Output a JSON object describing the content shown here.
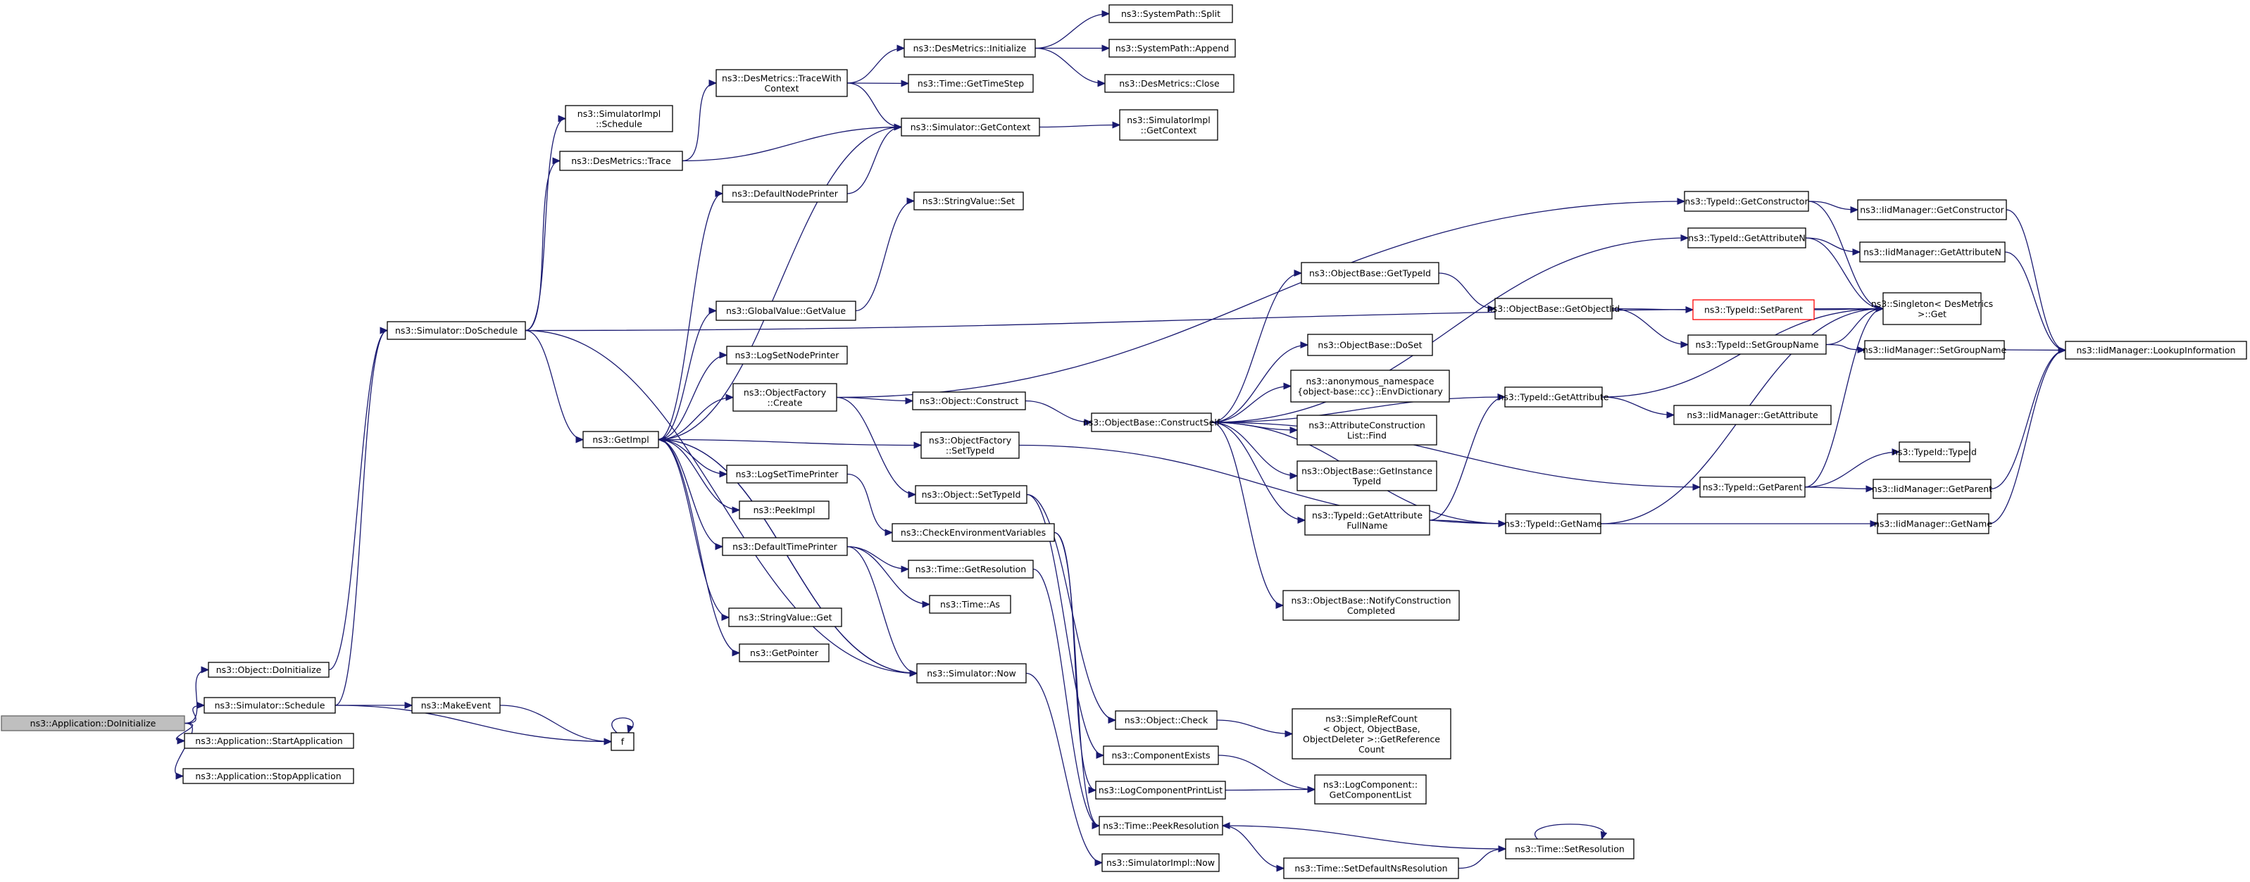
{
  "colors": {
    "edge": "#191970",
    "root_fill": "#bfbfbf",
    "highlight_border": "#ff0000"
  },
  "nodes": {
    "app_doinit": {
      "lines": [
        "ns3::Application::DoInitialize"
      ]
    },
    "obj_doinit": {
      "lines": [
        "ns3::Object::DoInitialize"
      ]
    },
    "sim_schedule": {
      "lines": [
        "ns3::Simulator::Schedule"
      ]
    },
    "app_start": {
      "lines": [
        "ns3::Application::StartApplication"
      ]
    },
    "app_stop": {
      "lines": [
        "ns3::Application::StopApplication"
      ]
    },
    "sim_doschedule": {
      "lines": [
        "ns3::Simulator::DoSchedule"
      ]
    },
    "make_event": {
      "lines": [
        "ns3::MakeEvent"
      ]
    },
    "f": {
      "lines": [
        "f"
      ]
    },
    "simimpl_schedule": {
      "lines": [
        "ns3::SimulatorImpl",
        "::Schedule"
      ]
    },
    "des_trace": {
      "lines": [
        "ns3::DesMetrics::Trace"
      ]
    },
    "getimpl": {
      "lines": [
        "ns3::GetImpl"
      ]
    },
    "des_tracewith": {
      "lines": [
        "ns3::DesMetrics::TraceWith",
        "Context"
      ]
    },
    "default_node_printer": {
      "lines": [
        "ns3::DefaultNodePrinter"
      ]
    },
    "globalvalue_get": {
      "lines": [
        "ns3::GlobalValue::GetValue"
      ]
    },
    "log_set_node_printer": {
      "lines": [
        "ns3::LogSetNodePrinter"
      ]
    },
    "objfactory_create": {
      "lines": [
        "ns3::ObjectFactory",
        "::Create"
      ]
    },
    "log_set_time_printer": {
      "lines": [
        "ns3::LogSetTimePrinter"
      ]
    },
    "peekimpl": {
      "lines": [
        "ns3::PeekImpl"
      ]
    },
    "default_time_printer": {
      "lines": [
        "ns3::DefaultTimePrinter"
      ]
    },
    "stringvalue_get": {
      "lines": [
        "ns3::StringValue::Get"
      ]
    },
    "getpointer": {
      "lines": [
        "ns3::GetPointer"
      ]
    },
    "des_initialize": {
      "lines": [
        "ns3::DesMetrics::Initialize"
      ]
    },
    "time_gettimestep": {
      "lines": [
        "ns3::Time::GetTimeStep"
      ]
    },
    "sim_getcontext": {
      "lines": [
        "ns3::Simulator::GetContext"
      ]
    },
    "stringvalue_set": {
      "lines": [
        "ns3::StringValue::Set"
      ]
    },
    "object_construct": {
      "lines": [
        "ns3::Object::Construct"
      ]
    },
    "objfactory_settypeid": {
      "lines": [
        "ns3::ObjectFactory",
        "::SetTypeId"
      ]
    },
    "object_settypeid": {
      "lines": [
        "ns3::Object::SetTypeId"
      ]
    },
    "check_env": {
      "lines": [
        "ns3::CheckEnvironmentVariables"
      ]
    },
    "time_getresolution": {
      "lines": [
        "ns3::Time::GetResolution"
      ]
    },
    "time_as": {
      "lines": [
        "ns3::Time::As"
      ]
    },
    "sim_now": {
      "lines": [
        "ns3::Simulator::Now"
      ]
    },
    "syspath_split": {
      "lines": [
        "ns3::SystemPath::Split"
      ]
    },
    "syspath_append": {
      "lines": [
        "ns3::SystemPath::Append"
      ]
    },
    "des_close": {
      "lines": [
        "ns3::DesMetrics::Close"
      ]
    },
    "simimpl_getcontext": {
      "lines": [
        "ns3::SimulatorImpl",
        "::GetContext"
      ]
    },
    "objbase_constructself": {
      "lines": [
        "ns3::ObjectBase::ConstructSelf"
      ]
    },
    "object_check": {
      "lines": [
        "ns3::Object::Check"
      ]
    },
    "component_exists": {
      "lines": [
        "ns3::ComponentExists"
      ]
    },
    "log_component_printlist": {
      "lines": [
        "ns3::LogComponentPrintList"
      ]
    },
    "time_peekresolution": {
      "lines": [
        "ns3::Time::PeekResolution"
      ]
    },
    "simimpl_now": {
      "lines": [
        "ns3::SimulatorImpl::Now"
      ]
    },
    "objbase_gettypeid": {
      "lines": [
        "ns3::ObjectBase::GetTypeId"
      ]
    },
    "objbase_doset": {
      "lines": [
        "ns3::ObjectBase::DoSet"
      ]
    },
    "anon_envdict": {
      "lines": [
        "ns3::anonymous_namespace",
        "{object-base::cc}::EnvDictionary"
      ]
    },
    "attr_construction_find": {
      "lines": [
        "ns3::AttributeConstruction",
        "List::Find"
      ]
    },
    "objbase_getinstancetypeid": {
      "lines": [
        "ns3::ObjectBase::GetInstance",
        "TypeId"
      ]
    },
    "typeid_getattributefullname": {
      "lines": [
        "ns3::TypeId::GetAttribute",
        "FullName"
      ]
    },
    "objbase_notify": {
      "lines": [
        "ns3::ObjectBase::NotifyConstruction",
        "Completed"
      ]
    },
    "simplerefcount": {
      "lines": [
        "ns3::SimpleRefCount",
        "< Object, ObjectBase,",
        "ObjectDeleter >::GetReference",
        "Count"
      ]
    },
    "logcomponent_getlist": {
      "lines": [
        "ns3::LogComponent::",
        "GetComponentList"
      ]
    },
    "time_setdefaultns": {
      "lines": [
        "ns3::Time::SetDefaultNsResolution"
      ]
    },
    "objbase_getobjectiid": {
      "lines": [
        "ns3::ObjectBase::GetObjectIid"
      ]
    },
    "typeid_getattribute": {
      "lines": [
        "ns3::TypeId::GetAttribute"
      ]
    },
    "typeid_getname": {
      "lines": [
        "ns3::TypeId::GetName"
      ]
    },
    "time_setresolution": {
      "lines": [
        "ns3::Time::SetResolution"
      ]
    },
    "typeid_getconstructor": {
      "lines": [
        "ns3::TypeId::GetConstructor"
      ]
    },
    "typeid_getattributen": {
      "lines": [
        "ns3::TypeId::GetAttributeN"
      ]
    },
    "typeid_setparent": {
      "lines": [
        "ns3::TypeId::SetParent"
      ]
    },
    "typeid_setgroupname": {
      "lines": [
        "ns3::TypeId::SetGroupName"
      ]
    },
    "iid_getattribute": {
      "lines": [
        "ns3::IidManager::GetAttribute"
      ]
    },
    "typeid_getparent": {
      "lines": [
        "ns3::TypeId::GetParent"
      ]
    },
    "iid_getconstructor": {
      "lines": [
        "ns3::IidManager::GetConstructor"
      ]
    },
    "iid_getattributen": {
      "lines": [
        "ns3::IidManager::GetAttributeN"
      ]
    },
    "singleton_get": {
      "lines": [
        "ns3::Singleton< DesMetrics",
        ">::Get"
      ]
    },
    "iid_setgroupname": {
      "lines": [
        "ns3::IidManager::SetGroupName"
      ]
    },
    "typeid_typeid": {
      "lines": [
        "ns3::TypeId::TypeId"
      ]
    },
    "iid_getparent": {
      "lines": [
        "ns3::IidManager::GetParent"
      ]
    },
    "iid_getname": {
      "lines": [
        "ns3::IidManager::GetName"
      ]
    },
    "iid_lookupinfo": {
      "lines": [
        "ns3::IidManager::LookupInformation"
      ]
    }
  }
}
